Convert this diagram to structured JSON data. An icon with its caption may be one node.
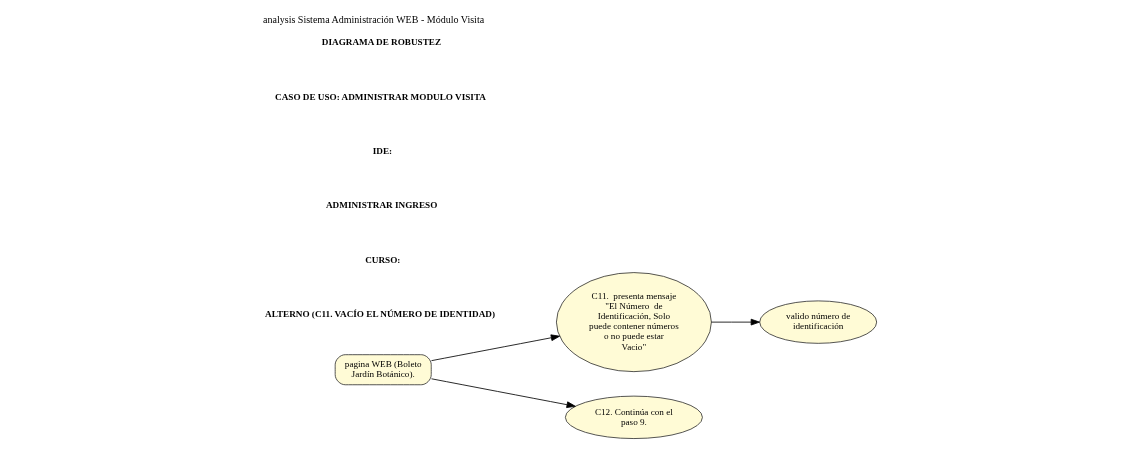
{
  "diagram": {
    "title": "analysis Sistema Administración WEB - Módulo Visita",
    "nodes": [
      {
        "text": [
          "pagina WEB (Boleto Jardín Botánico)."
        ]
      },
      {
        "text": [
          "C11.  presenta mensaje \"El Número  de Identificación, Solo puede contener números o no puede estar Vacio\""
        ]
      },
      {
        "text": [
          "valido número de identificación"
        ]
      },
      {
        "text": [
          "C12. Continúa con el paso 9."
        ]
      }
    ],
    "edges": [
      {
        "from": 0,
        "to": 1,
        "arrow": "to"
      },
      {
        "from": 1,
        "to": 2,
        "arrow": "to"
      },
      {
        "from": 0,
        "to": 3,
        "arrow": "to"
      }
    ],
    "labels": [
      "DIAGRAMA DE ROBUSTEZ",
      "CASO DE USO: ADMINISTRAR MODULO VISITA",
      "IDE:",
      "ADMINISTRAR INGRESO",
      "CURSO:",
      "ALTERNO (C11. VACÍO EL NÚMERO DE IDENTIDAD)"
    ]
  }
}
